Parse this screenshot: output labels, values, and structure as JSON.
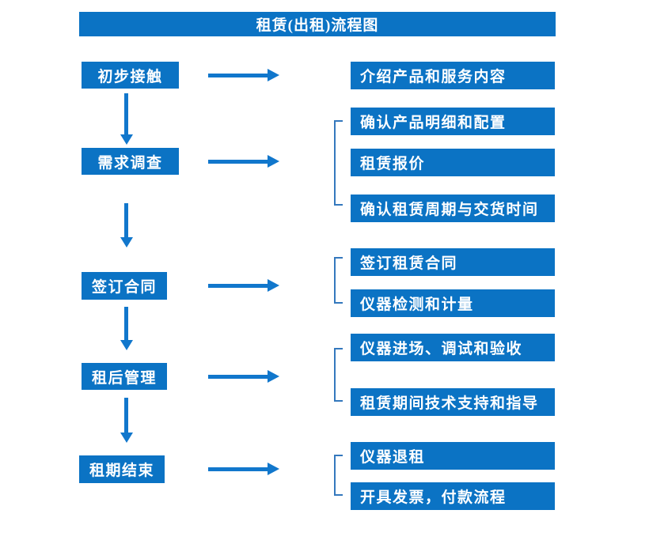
{
  "title": "租赁(出租)流程图",
  "stages": [
    {
      "name": "初步接触",
      "outputs": [
        "介绍产品和服务内容"
      ]
    },
    {
      "name": "需求调查",
      "outputs": [
        "确认产品明细和配置",
        "租赁报价",
        "确认租赁周期与交货时间"
      ]
    },
    {
      "name": "签订合同",
      "outputs": [
        "签订租赁合同",
        "仪器检测和计量"
      ]
    },
    {
      "name": "租后管理",
      "outputs": [
        "仪器进场、调试和验收",
        "租赁期间技术支持和指导"
      ]
    },
    {
      "name": "租期结束",
      "outputs": [
        "仪器退租",
        "开具发票，付款流程"
      ]
    }
  ],
  "colors": {
    "box_blue": "#0b73c4",
    "arrow_blue": "#1177cc",
    "bracket_blue": "#3478bd",
    "text_white": "#ffffff",
    "background": "#ffffff"
  }
}
